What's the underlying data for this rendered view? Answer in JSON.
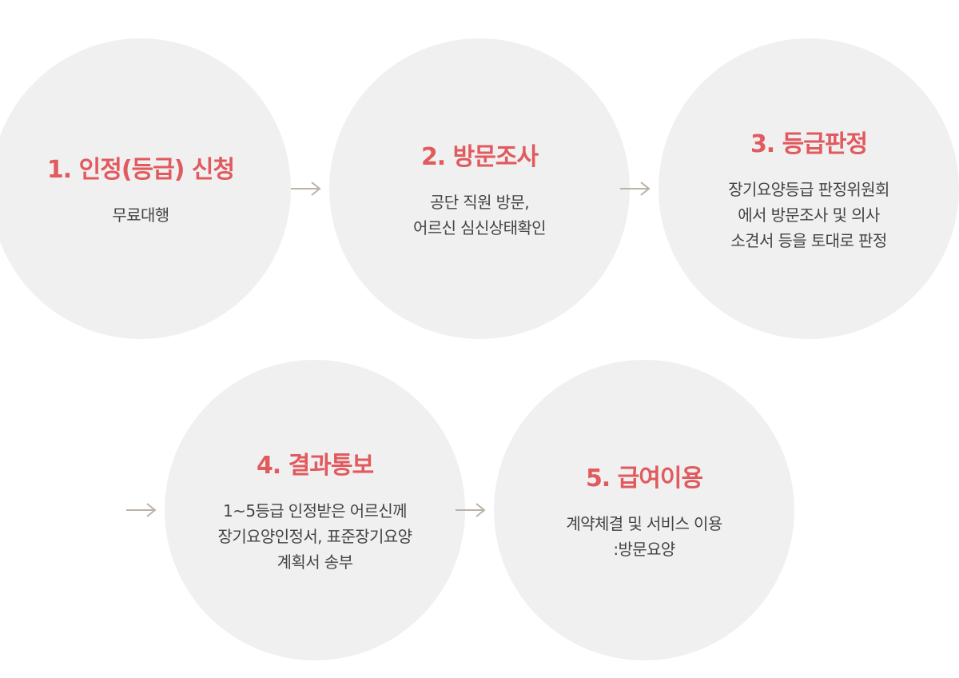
{
  "steps": [
    {
      "title": "1. 인정(등급) 신청",
      "lines": [
        "무료대행"
      ]
    },
    {
      "title": "2. 방문조사",
      "lines": [
        "공단 직원 방문,",
        "어르신 심신상태확인"
      ]
    },
    {
      "title": "3. 등급판정",
      "lines": [
        "장기요양등급 판정위원회",
        "에서 방문조사 및 의사",
        "소견서 등을 토대로 판정"
      ]
    },
    {
      "title": "4. 결과통보",
      "lines": [
        "1~5등급 인정받은 어르신께",
        "장기요양인정서, 표준장기요양",
        "계획서 송부"
      ]
    },
    {
      "title": "5. 급여이용",
      "lines": [
        "계약체결 및 서비스 이용",
        ":방문요양"
      ]
    }
  ],
  "colors": {
    "circle_bg": "#f1f0f0",
    "title": "#e05a5e",
    "text": "#444444",
    "arrow": "#b9b3a8"
  },
  "arrow_icon": "arrow-right-icon"
}
